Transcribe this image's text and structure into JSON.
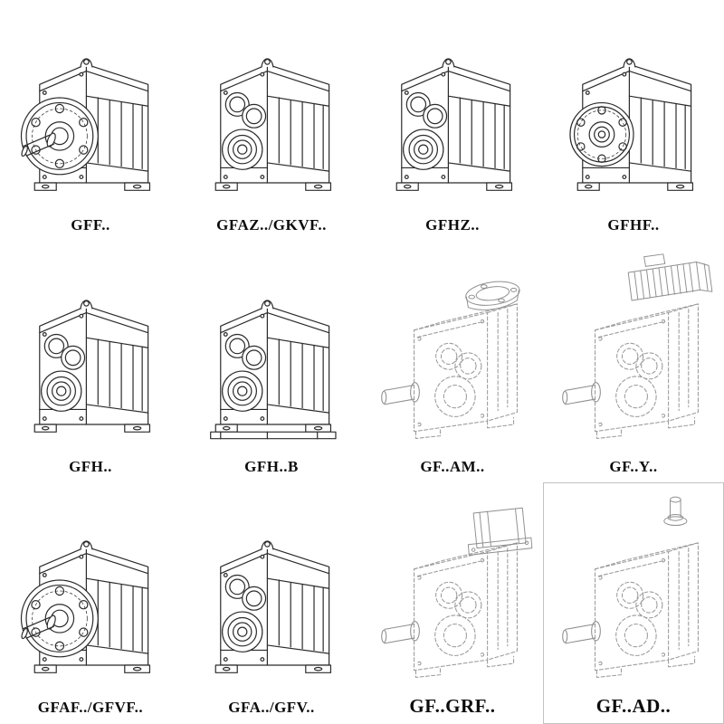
{
  "page": {
    "background": "#ffffff",
    "description_labels_font_color": "#0c0c0c"
  },
  "colors": {
    "solid_stroke": "#2b2b2b",
    "dashed_stroke": "#9b9b9b",
    "attachment_stroke": "#8f8f8f"
  },
  "cells": [
    {
      "label": "GFF..",
      "variant": "flange-with-shaft"
    },
    {
      "label": "GFAZ../GKVF..",
      "variant": "face-bore"
    },
    {
      "label": "GFHZ..",
      "variant": "face-bore"
    },
    {
      "label": "GFHF..",
      "variant": "flange-flat"
    },
    {
      "label": "GFH..",
      "variant": "face-bore"
    },
    {
      "label": "GFH..B",
      "variant": "face-bore-with-base"
    },
    {
      "label": "GF..AM..",
      "variant": "dashed-with-input-flange"
    },
    {
      "label": "GF..Y..",
      "variant": "dashed-with-motor"
    },
    {
      "label": "GFAF../GFVF..",
      "variant": "flange-with-shaft"
    },
    {
      "label": "GFA../GFV..",
      "variant": "face-bore"
    },
    {
      "label": "GF..GRF..",
      "variant": "dashed-with-adapter"
    },
    {
      "label": "GF..AD..",
      "variant": "dashed-with-input-shaft"
    }
  ]
}
